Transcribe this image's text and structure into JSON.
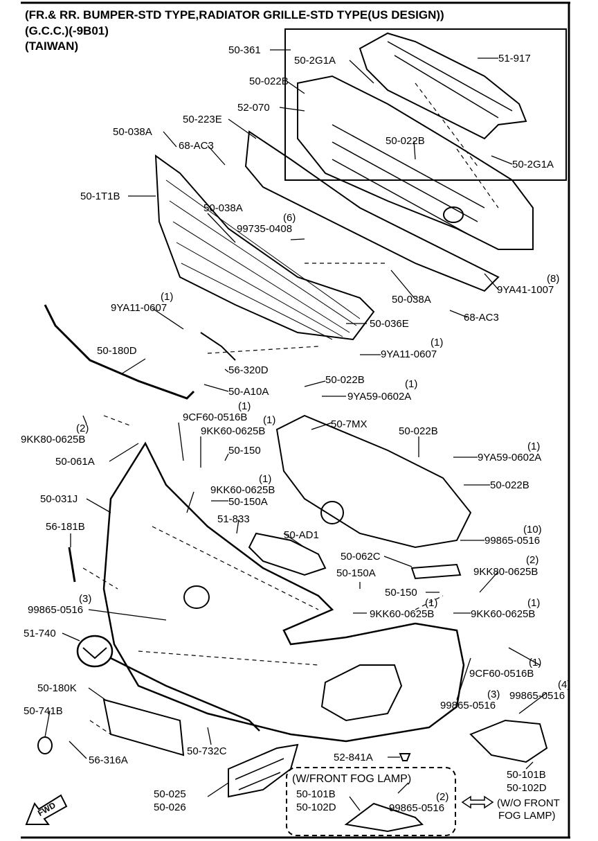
{
  "header": {
    "line1": "(FR.& RR. BUMPER-STD TYPE,RADIATOR GRILLE-STD TYPE(US DESIGN))",
    "line2": "(G.C.C.)(-9B01)",
    "line3": "(TAIWAN)"
  },
  "inset": {
    "title": "(W/FRONT FOG LAMP)",
    "parts": [
      "50-101B",
      "50-102D"
    ],
    "screw": "99865-0516",
    "screw_qty": "(2)"
  },
  "alt_note": {
    "line1": "(W/O FRONT",
    "line2": "FOG LAMP)"
  },
  "direction": "FWD",
  "parts": [
    {
      "id": "50-361"
    },
    {
      "id": "50-2G1A"
    },
    {
      "id": "51-917"
    },
    {
      "id": "50-022B"
    },
    {
      "id": "52-070"
    },
    {
      "id": "50-223E"
    },
    {
      "id": "50-022B"
    },
    {
      "id": "50-038A"
    },
    {
      "id": "68-AC3"
    },
    {
      "id": "50-2G1A"
    },
    {
      "id": "50-1T1B"
    },
    {
      "id": "50-038A"
    },
    {
      "id": "99735-0408",
      "qty": "(6)"
    },
    {
      "id": "9YA41-1007",
      "qty": "(8)"
    },
    {
      "id": "50-038A"
    },
    {
      "id": "9YA11-0607",
      "qty": "(1)"
    },
    {
      "id": "68-AC3"
    },
    {
      "id": "50-036E"
    },
    {
      "id": "50-180D"
    },
    {
      "id": "9YA11-0607",
      "qty": "(1)"
    },
    {
      "id": "56-320D"
    },
    {
      "id": "50-A10A"
    },
    {
      "id": "50-022B"
    },
    {
      "id": "9YA59-0602A",
      "qty": "(1)"
    },
    {
      "id": "9CF60-0516B",
      "qty": "(1)"
    },
    {
      "id": "50-7MX"
    },
    {
      "id": "9KK80-0625B",
      "qty": "(2)"
    },
    {
      "id": "9KK60-0625B",
      "qty": "(1)"
    },
    {
      "id": "50-022B"
    },
    {
      "id": "50-061A"
    },
    {
      "id": "50-150"
    },
    {
      "id": "9YA59-0602A",
      "qty": "(1)"
    },
    {
      "id": "50-022B"
    },
    {
      "id": "50-031J"
    },
    {
      "id": "9KK60-0625B",
      "qty": "(1)"
    },
    {
      "id": "50-150A"
    },
    {
      "id": "51-833"
    },
    {
      "id": "56-181B"
    },
    {
      "id": "50-AD1"
    },
    {
      "id": "99865-0516",
      "qty": "(10)"
    },
    {
      "id": "50-062C"
    },
    {
      "id": "9KK80-0625B",
      "qty": "(2)"
    },
    {
      "id": "50-150A"
    },
    {
      "id": "50-150"
    },
    {
      "id": "99865-0516",
      "qty": "(3)"
    },
    {
      "id": "9KK60-0625B",
      "qty": "(1)"
    },
    {
      "id": "9KK60-0625B",
      "qty": "(1)"
    },
    {
      "id": "51-740"
    },
    {
      "id": "9CF60-0516B",
      "qty": "(1)"
    },
    {
      "id": "50-180K"
    },
    {
      "id": "99865-0516",
      "qty": "(3)"
    },
    {
      "id": "99865-0516",
      "qty": "(4)"
    },
    {
      "id": "50-741B"
    },
    {
      "id": "56-316A"
    },
    {
      "id": "50-732C"
    },
    {
      "id": "52-841A"
    },
    {
      "id": "50-101B"
    },
    {
      "id": "50-102D"
    },
    {
      "id": "50-025"
    },
    {
      "id": "50-026"
    }
  ]
}
